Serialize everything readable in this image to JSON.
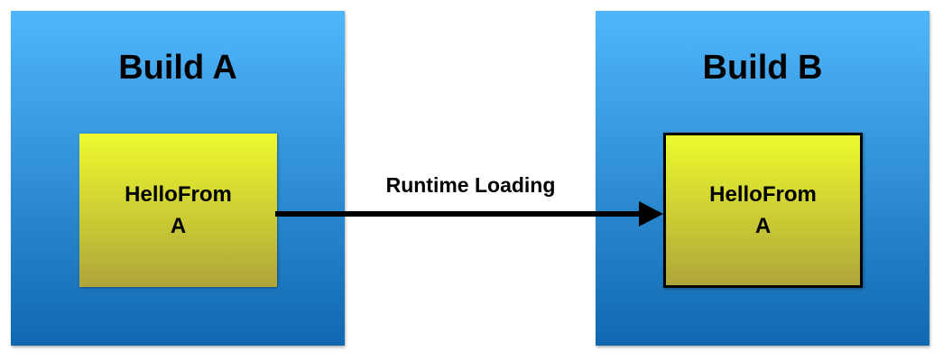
{
  "build_a": {
    "title": "Build A",
    "module": {
      "line1": "HelloFrom",
      "line2": "A"
    }
  },
  "build_b": {
    "title": "Build B",
    "module": {
      "line1": "HelloFrom",
      "line2": "A"
    }
  },
  "arrow": {
    "label": "Runtime Loading"
  },
  "colors": {
    "build_top": "#50b6fc",
    "build_bottom": "#1068b0",
    "module_top": "#edfa2e",
    "module_bottom": "#afa53a"
  }
}
